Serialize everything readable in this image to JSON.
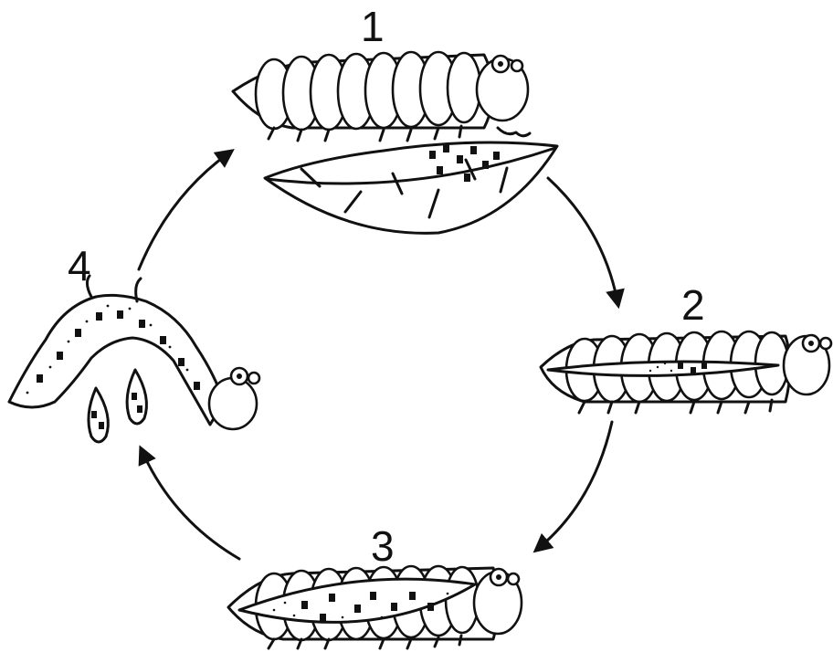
{
  "diagram": {
    "stages": [
      {
        "label": "1"
      },
      {
        "label": "2"
      },
      {
        "label": "3"
      },
      {
        "label": "4"
      }
    ]
  }
}
